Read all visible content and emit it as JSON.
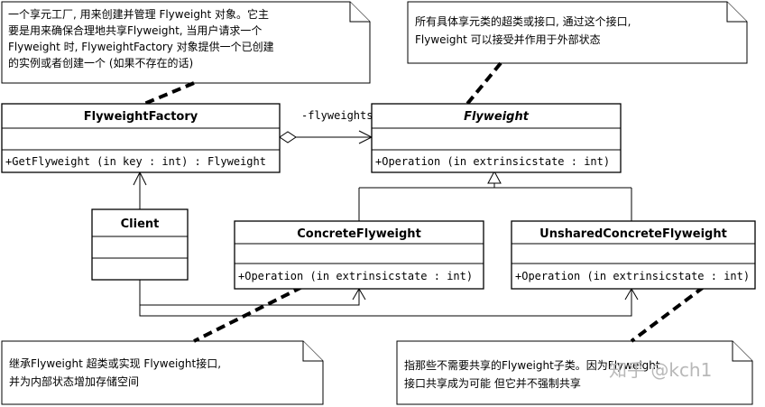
{
  "classes": {
    "factory": {
      "name": "FlyweightFactory",
      "method": "+GetFlyweight (in key  : int) : Flyweight"
    },
    "flyweight": {
      "name": "Flyweight",
      "method": "+Operation (in extrinsicstate  : int)"
    },
    "client": {
      "name": "Client"
    },
    "concrete": {
      "name": "ConcreteFlyweight",
      "method": "+Operation (in extrinsicstate  : int)"
    },
    "unshared": {
      "name": "UnsharedConcreteFlyweight",
      "method": "+Operation (in extrinsicstate  : int)"
    }
  },
  "association": {
    "label": "-flyweights"
  },
  "notes": {
    "factory_note": [
      "一个享元工厂, 用来创建并管理 Flyweight 对象。它主",
      "要是用来确保合理地共享Flyweight, 当用户请求一个",
      "Flyweight 时, FlyweightFactory 对象提供一个已创建",
      "的实例或者创建一个 (如果不存在的话)"
    ],
    "flyweight_note": [
      "所有具体享元类的超类或接口, 通过这个接口,",
      "Flyweight 可以接受并作用于外部状态"
    ],
    "concrete_note": [
      "继承Flyweight 超类或实现 Flyweight接口,",
      "并为内部状态增加存储空间"
    ],
    "unshared_note": [
      "指那些不需要共享的Flyweight子类。因为Flyweight",
      "接口共享成为可能  但它并不强制共享"
    ]
  },
  "watermark": "知乎 @kch1"
}
